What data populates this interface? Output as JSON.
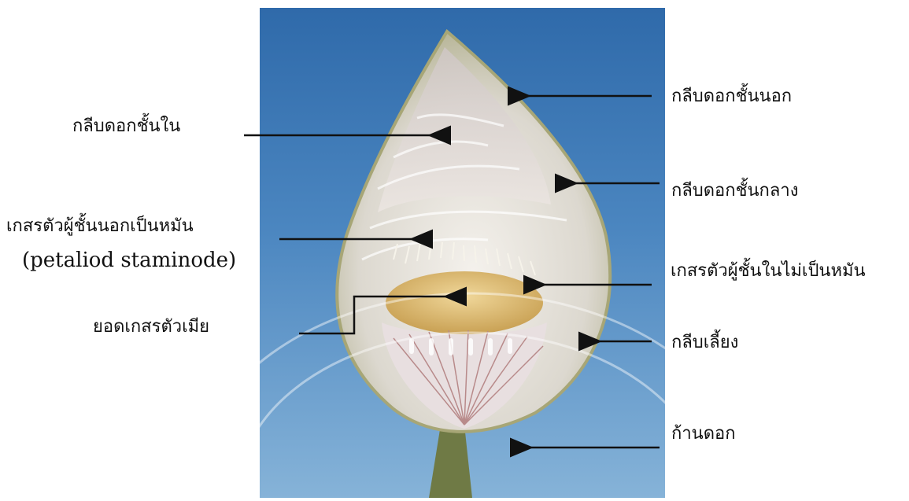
{
  "labels": {
    "inner_petal": "กลีบดอกชั้นใน",
    "outer_petal": "กลีบดอกชั้นนอก",
    "middle_petal": "กลีบดอกชั้นกลาง",
    "outer_stamen_th": "เกสรตัวผู้ชั้นนอกเป็นหมัน",
    "outer_stamen_en": "(petaliod staminode)",
    "inner_stamen": "เกสรตัวผู้ชั้นในไม่เป็นหมัน",
    "stigma": "ยอดเกสรตัวเมีย",
    "sepal": "กลีบเลี้ยง",
    "peduncle": "ก้านดอก"
  },
  "colors": {
    "sky_top": "#3f79b8",
    "sky_bottom": "#79a9d2",
    "petal": "#e9e6e2",
    "receptacle": "#e0c07a",
    "stem": "#6f7a45"
  }
}
